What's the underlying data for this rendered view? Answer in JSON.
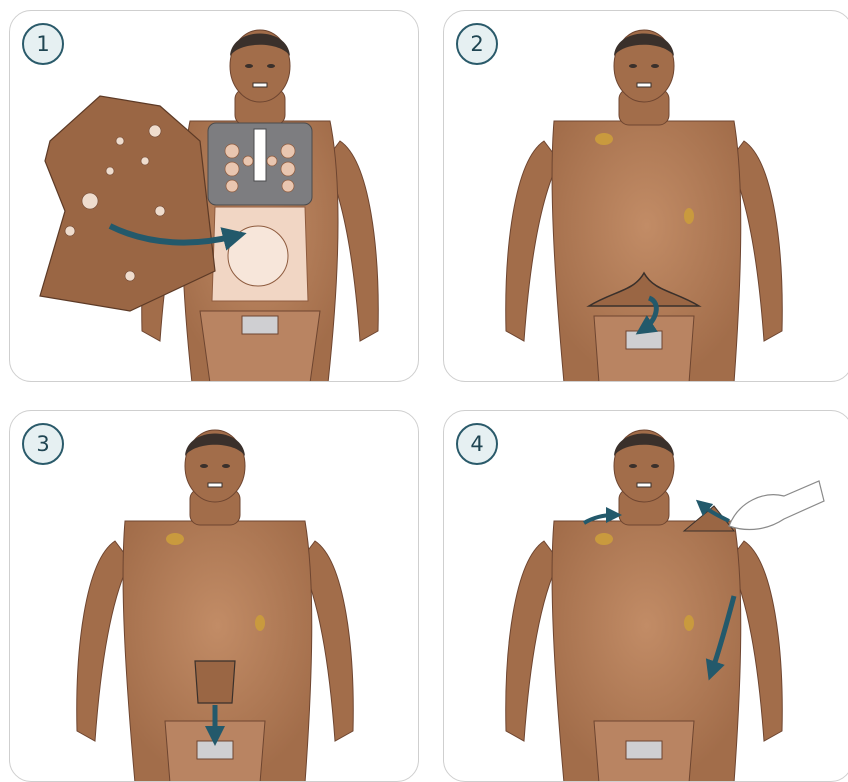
{
  "steps": [
    {
      "number": "1"
    },
    {
      "number": "2"
    },
    {
      "number": "3"
    },
    {
      "number": "4"
    }
  ],
  "colors": {
    "skin": "#b07a55",
    "skin_shade": "#9a6644",
    "hair": "#3a302b",
    "arrow": "#23596b",
    "lung_plate": "#7d7d80",
    "organ": "#f1d6c4",
    "panel_border": "#cfcfcf",
    "badge_fill": "#e6f0f2"
  },
  "icons": {
    "arrow": "curved-arrow-icon",
    "hand": "hand-icon"
  }
}
